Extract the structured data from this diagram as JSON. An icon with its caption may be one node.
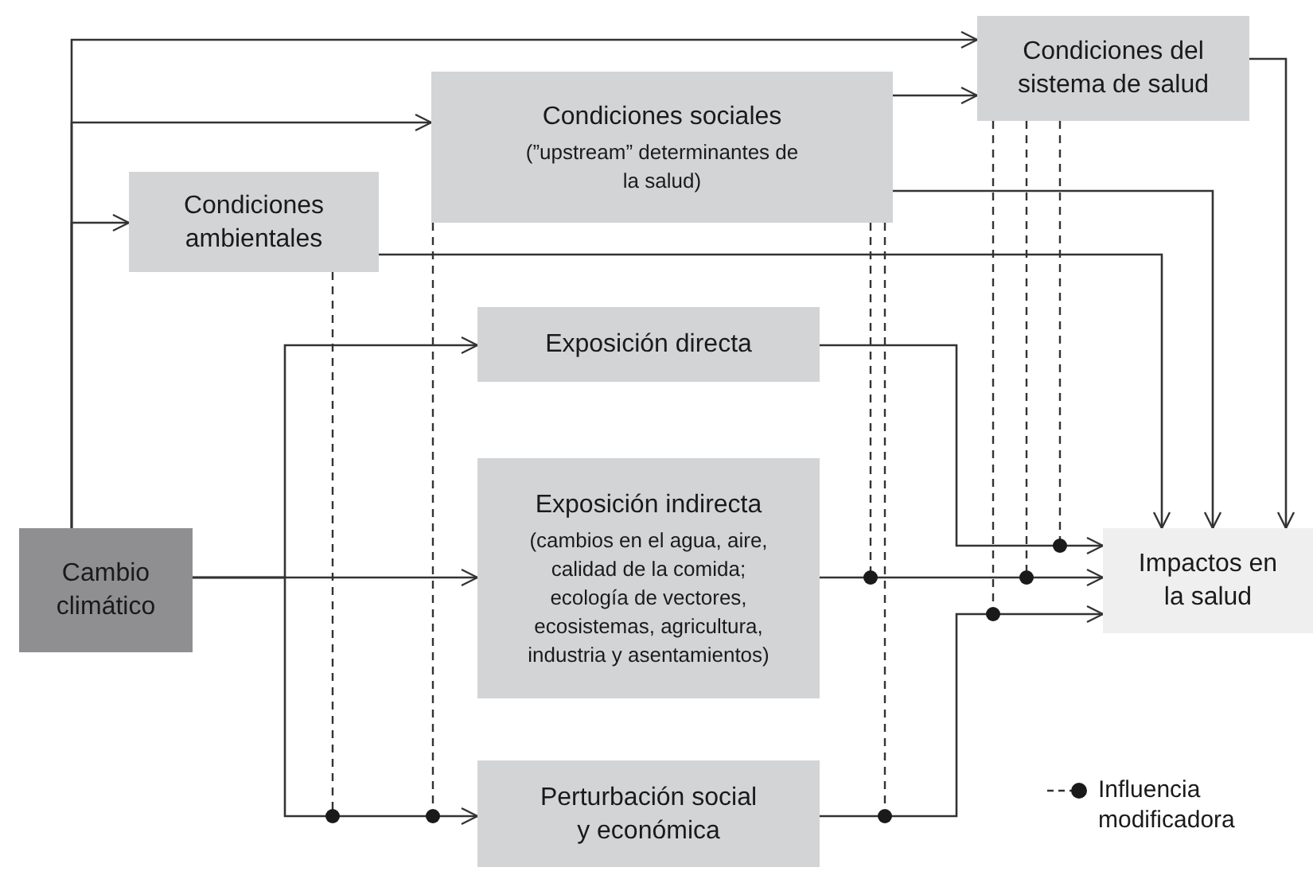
{
  "diagram": {
    "nodes": [
      {
        "text": [
          "Condiciones del sistema de salud"
        ]
      },
      {
        "text": [
          "Condiciones sociales",
          "(”upstream” determinantes de la salud)"
        ]
      },
      {
        "text": [
          "Condiciones ambientales"
        ]
      },
      {
        "text": [
          "Exposición directa"
        ]
      },
      {
        "text": [
          "Exposición indirecta",
          "(cambios en el agua, aire, calidad de la comida; ecología de vectores, ecosistemas, agricultura, industria y asentamientos)"
        ]
      },
      {
        "text": [
          "Perturbación social y económica"
        ]
      },
      {
        "text": [
          "Cambio climático"
        ]
      },
      {
        "text": [
          "Impactos en la salud"
        ]
      }
    ],
    "edges": [
      {
        "from": 6,
        "to": 0,
        "arrow": "to"
      },
      {
        "from": 6,
        "to": 1,
        "arrow": "to"
      },
      {
        "from": 6,
        "to": 2,
        "arrow": "to"
      },
      {
        "from": 6,
        "to": 3,
        "arrow": "to"
      },
      {
        "from": 6,
        "to": 4,
        "arrow": "to"
      },
      {
        "from": 6,
        "to": 5,
        "arrow": "to"
      },
      {
        "from": 1,
        "to": 0,
        "arrow": "to"
      },
      {
        "from": 0,
        "to": 7,
        "arrow": "to"
      },
      {
        "from": 1,
        "to": 7,
        "arrow": "to"
      },
      {
        "from": 2,
        "to": 7,
        "arrow": "to"
      },
      {
        "from": 3,
        "to": 7,
        "arrow": "to"
      },
      {
        "from": 4,
        "to": 7,
        "arrow": "to"
      },
      {
        "from": 5,
        "to": 7,
        "arrow": "to"
      },
      {
        "from": 2,
        "to": null,
        "arrow": "other",
        "style": "dashed"
      },
      {
        "from": 1,
        "to": null,
        "arrow": "other",
        "style": "dashed"
      },
      {
        "from": 1,
        "to": null,
        "arrow": "other",
        "style": "dashed"
      },
      {
        "from": 1,
        "to": null,
        "arrow": "other",
        "style": "dashed"
      },
      {
        "from": 0,
        "to": null,
        "arrow": "other",
        "style": "dashed"
      },
      {
        "from": 0,
        "to": null,
        "arrow": "other",
        "style": "dashed"
      },
      {
        "from": 0,
        "to": null,
        "arrow": "other",
        "style": "dashed"
      }
    ],
    "legend": [
      {
        "text": "Influencia modificadora"
      }
    ]
  }
}
